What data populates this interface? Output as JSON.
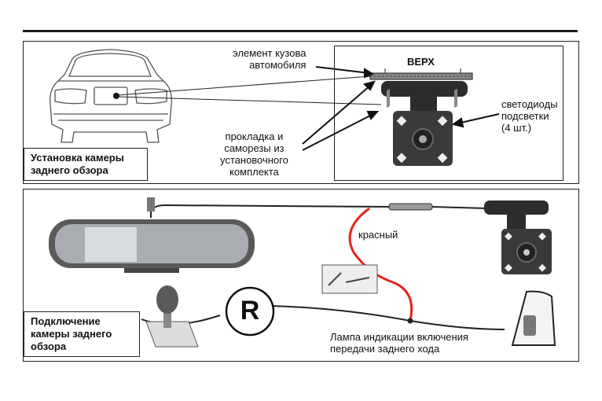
{
  "panel_install": {
    "caption_line1": "Установка камеры",
    "caption_line2": "заднего обзора",
    "label_body_line1": "элемент кузова",
    "label_body_line2": "автомобиля",
    "label_top": "ВЕРХ",
    "label_gasket_line1": "прокладка и",
    "label_gasket_line2": "саморезы из",
    "label_gasket_line3": "установочного",
    "label_gasket_line4": "комплекта",
    "label_leds_line1": "светодиоды",
    "label_leds_line2": "подсветки",
    "label_leds_line3": "(4 шт.)"
  },
  "panel_connect": {
    "caption_line1": "Подключение",
    "caption_line2": "камеры заднего",
    "caption_line3": "обзора",
    "label_red": "красный",
    "reverse_letter": "R",
    "label_lamp_line1": "Лампа индикации включения",
    "label_lamp_line2": "передачи заднего хода"
  },
  "colors": {
    "wire_red": "#e0261f",
    "line": "#222222",
    "camera": "#3a3a3a"
  }
}
